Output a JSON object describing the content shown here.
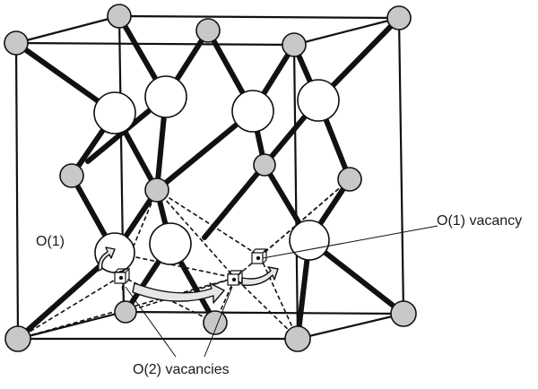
{
  "labels": {
    "o1": "O(1)",
    "o1_vacancy": "O(1) vacancy",
    "o2_vacancies": "O(2) vacancies"
  },
  "colors": {
    "stroke": "#111111",
    "small_atom_fill": "#c8c8c8",
    "large_atom_fill": "#ffffff",
    "arrow_fill": "#e6e6e6",
    "background": "#ffffff"
  }
}
